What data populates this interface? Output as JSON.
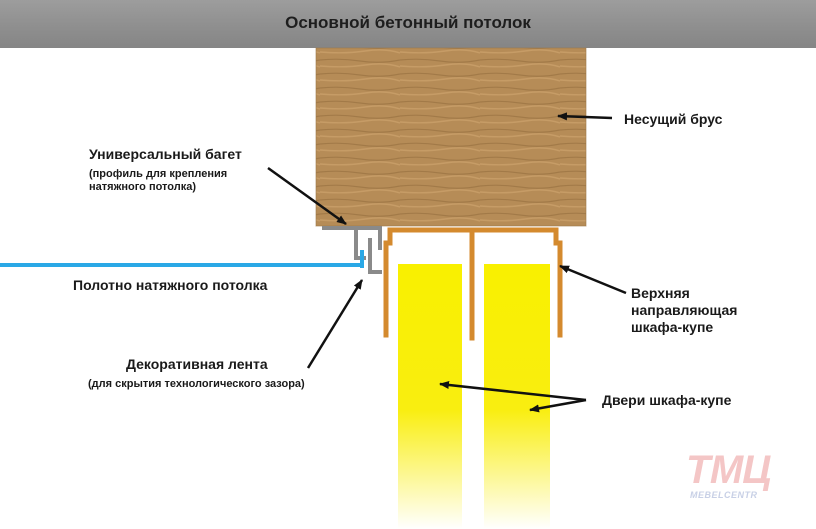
{
  "ceiling": {
    "title": "Основной бетонный потолок"
  },
  "labels": {
    "beam": "Несущий брус",
    "baguette": "Универсальный багет",
    "baguette_note": "(профиль для крепления\nнатяжного потолка)",
    "membrane": "Полотно натяжного потолка",
    "tape": "Декоративная лента",
    "tape_note": "(для скрытия технологического зазора)",
    "rail_line1": "Верхняя",
    "rail_line2": "направляющая",
    "rail_line3": "шкафа-купе",
    "doors": "Двери шкафа-купе"
  },
  "logo": {
    "mark": "ТМЦ",
    "sub": "MEBELCENTR"
  },
  "colors": {
    "wood": "#b98f5a",
    "rail": "#d48a2e",
    "door": "#f7ee10",
    "membrane": "#2aa8e6",
    "baguette": "#8a8a8a",
    "ceiling": "#8f8f8f"
  }
}
